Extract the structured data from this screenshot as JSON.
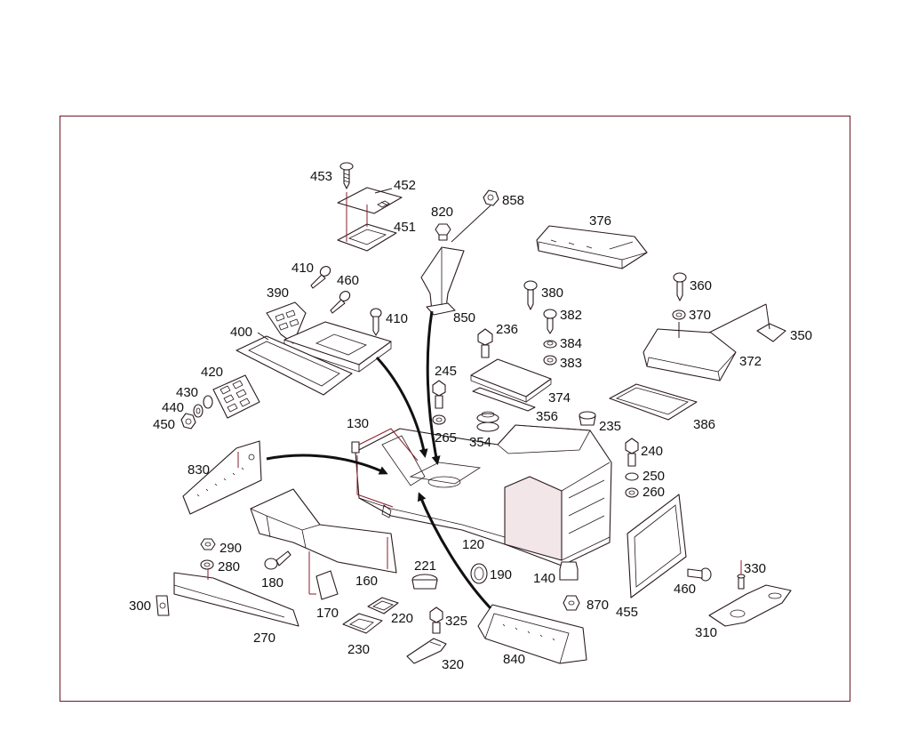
{
  "colors": {
    "frame": "#6b1a2a",
    "ink": "#2a1a1e",
    "accent": "#8a1c2c",
    "background": "#ffffff"
  },
  "labels": [
    {
      "id": "453",
      "text": "453"
    },
    {
      "id": "452",
      "text": "452"
    },
    {
      "id": "451",
      "text": "451"
    },
    {
      "id": "820",
      "text": "820"
    },
    {
      "id": "858",
      "text": "858"
    },
    {
      "id": "376",
      "text": "376"
    },
    {
      "id": "410a",
      "text": "410"
    },
    {
      "id": "460a",
      "text": "460"
    },
    {
      "id": "390",
      "text": "390"
    },
    {
      "id": "410b",
      "text": "410"
    },
    {
      "id": "850",
      "text": "850"
    },
    {
      "id": "380",
      "text": "380"
    },
    {
      "id": "360",
      "text": "360"
    },
    {
      "id": "370",
      "text": "370"
    },
    {
      "id": "350",
      "text": "350"
    },
    {
      "id": "382",
      "text": "382"
    },
    {
      "id": "236",
      "text": "236"
    },
    {
      "id": "384",
      "text": "384"
    },
    {
      "id": "383",
      "text": "383"
    },
    {
      "id": "372",
      "text": "372"
    },
    {
      "id": "400",
      "text": "400"
    },
    {
      "id": "420",
      "text": "420"
    },
    {
      "id": "245",
      "text": "245"
    },
    {
      "id": "374",
      "text": "374"
    },
    {
      "id": "430",
      "text": "430"
    },
    {
      "id": "440",
      "text": "440"
    },
    {
      "id": "450",
      "text": "450"
    },
    {
      "id": "356",
      "text": "356"
    },
    {
      "id": "235",
      "text": "235"
    },
    {
      "id": "386",
      "text": "386"
    },
    {
      "id": "130",
      "text": "130"
    },
    {
      "id": "265",
      "text": "265"
    },
    {
      "id": "354",
      "text": "354"
    },
    {
      "id": "240",
      "text": "240"
    },
    {
      "id": "830",
      "text": "830"
    },
    {
      "id": "250",
      "text": "250"
    },
    {
      "id": "260",
      "text": "260"
    },
    {
      "id": "120",
      "text": "120"
    },
    {
      "id": "290",
      "text": "290"
    },
    {
      "id": "280",
      "text": "280"
    },
    {
      "id": "180",
      "text": "180"
    },
    {
      "id": "221",
      "text": "221"
    },
    {
      "id": "190",
      "text": "190"
    },
    {
      "id": "140",
      "text": "140"
    },
    {
      "id": "330",
      "text": "330"
    },
    {
      "id": "160",
      "text": "160"
    },
    {
      "id": "460b",
      "text": "460"
    },
    {
      "id": "300",
      "text": "300"
    },
    {
      "id": "170",
      "text": "170"
    },
    {
      "id": "220",
      "text": "220"
    },
    {
      "id": "325",
      "text": "325"
    },
    {
      "id": "870",
      "text": "870"
    },
    {
      "id": "455",
      "text": "455"
    },
    {
      "id": "310",
      "text": "310"
    },
    {
      "id": "270",
      "text": "270"
    },
    {
      "id": "230",
      "text": "230"
    },
    {
      "id": "320",
      "text": "320"
    },
    {
      "id": "840",
      "text": "840"
    }
  ]
}
